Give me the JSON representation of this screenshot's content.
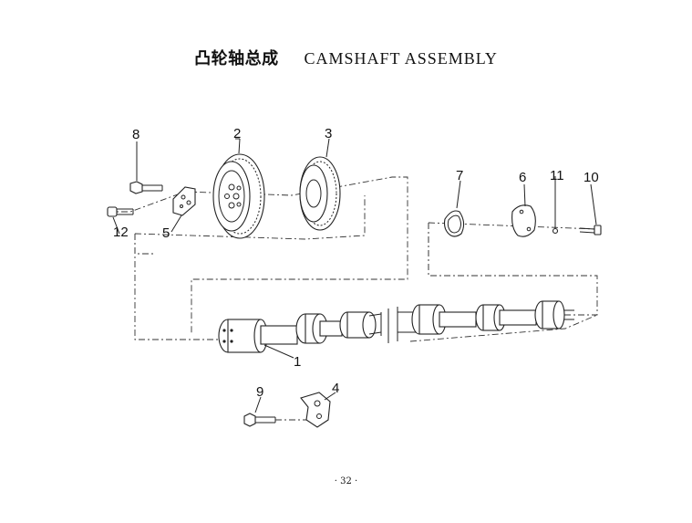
{
  "title": {
    "cn": "凸轮轴总成",
    "en": "CAMSHAFT ASSEMBLY"
  },
  "callouts": {
    "c1": "1",
    "c2": "2",
    "c3": "3",
    "c4": "4",
    "c5": "5",
    "c6": "6",
    "c7": "7",
    "c8": "8",
    "c9": "9",
    "c10": "10",
    "c11": "11",
    "c12": "12"
  },
  "page_number": "· 32 ·"
}
